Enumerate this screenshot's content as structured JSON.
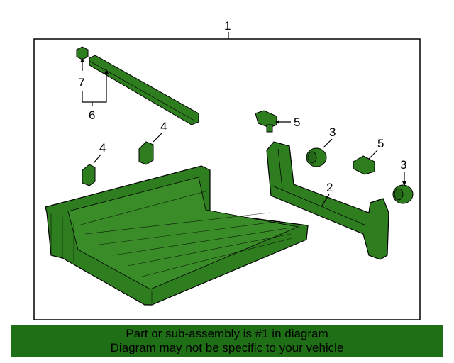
{
  "callouts": {
    "c1": "1",
    "c2": "2",
    "c3a": "3",
    "c3b": "3",
    "c4a": "4",
    "c4b": "4",
    "c5a": "5",
    "c5b": "5",
    "c6": "6",
    "c7": "7"
  },
  "footer": {
    "line1": "Part or sub-assembly is #1 in diagram",
    "line2": "Diagram may not be specific to your vehicle"
  },
  "colors": {
    "part_green": "#2e7d1e",
    "footer_green": "#1f6f16"
  }
}
